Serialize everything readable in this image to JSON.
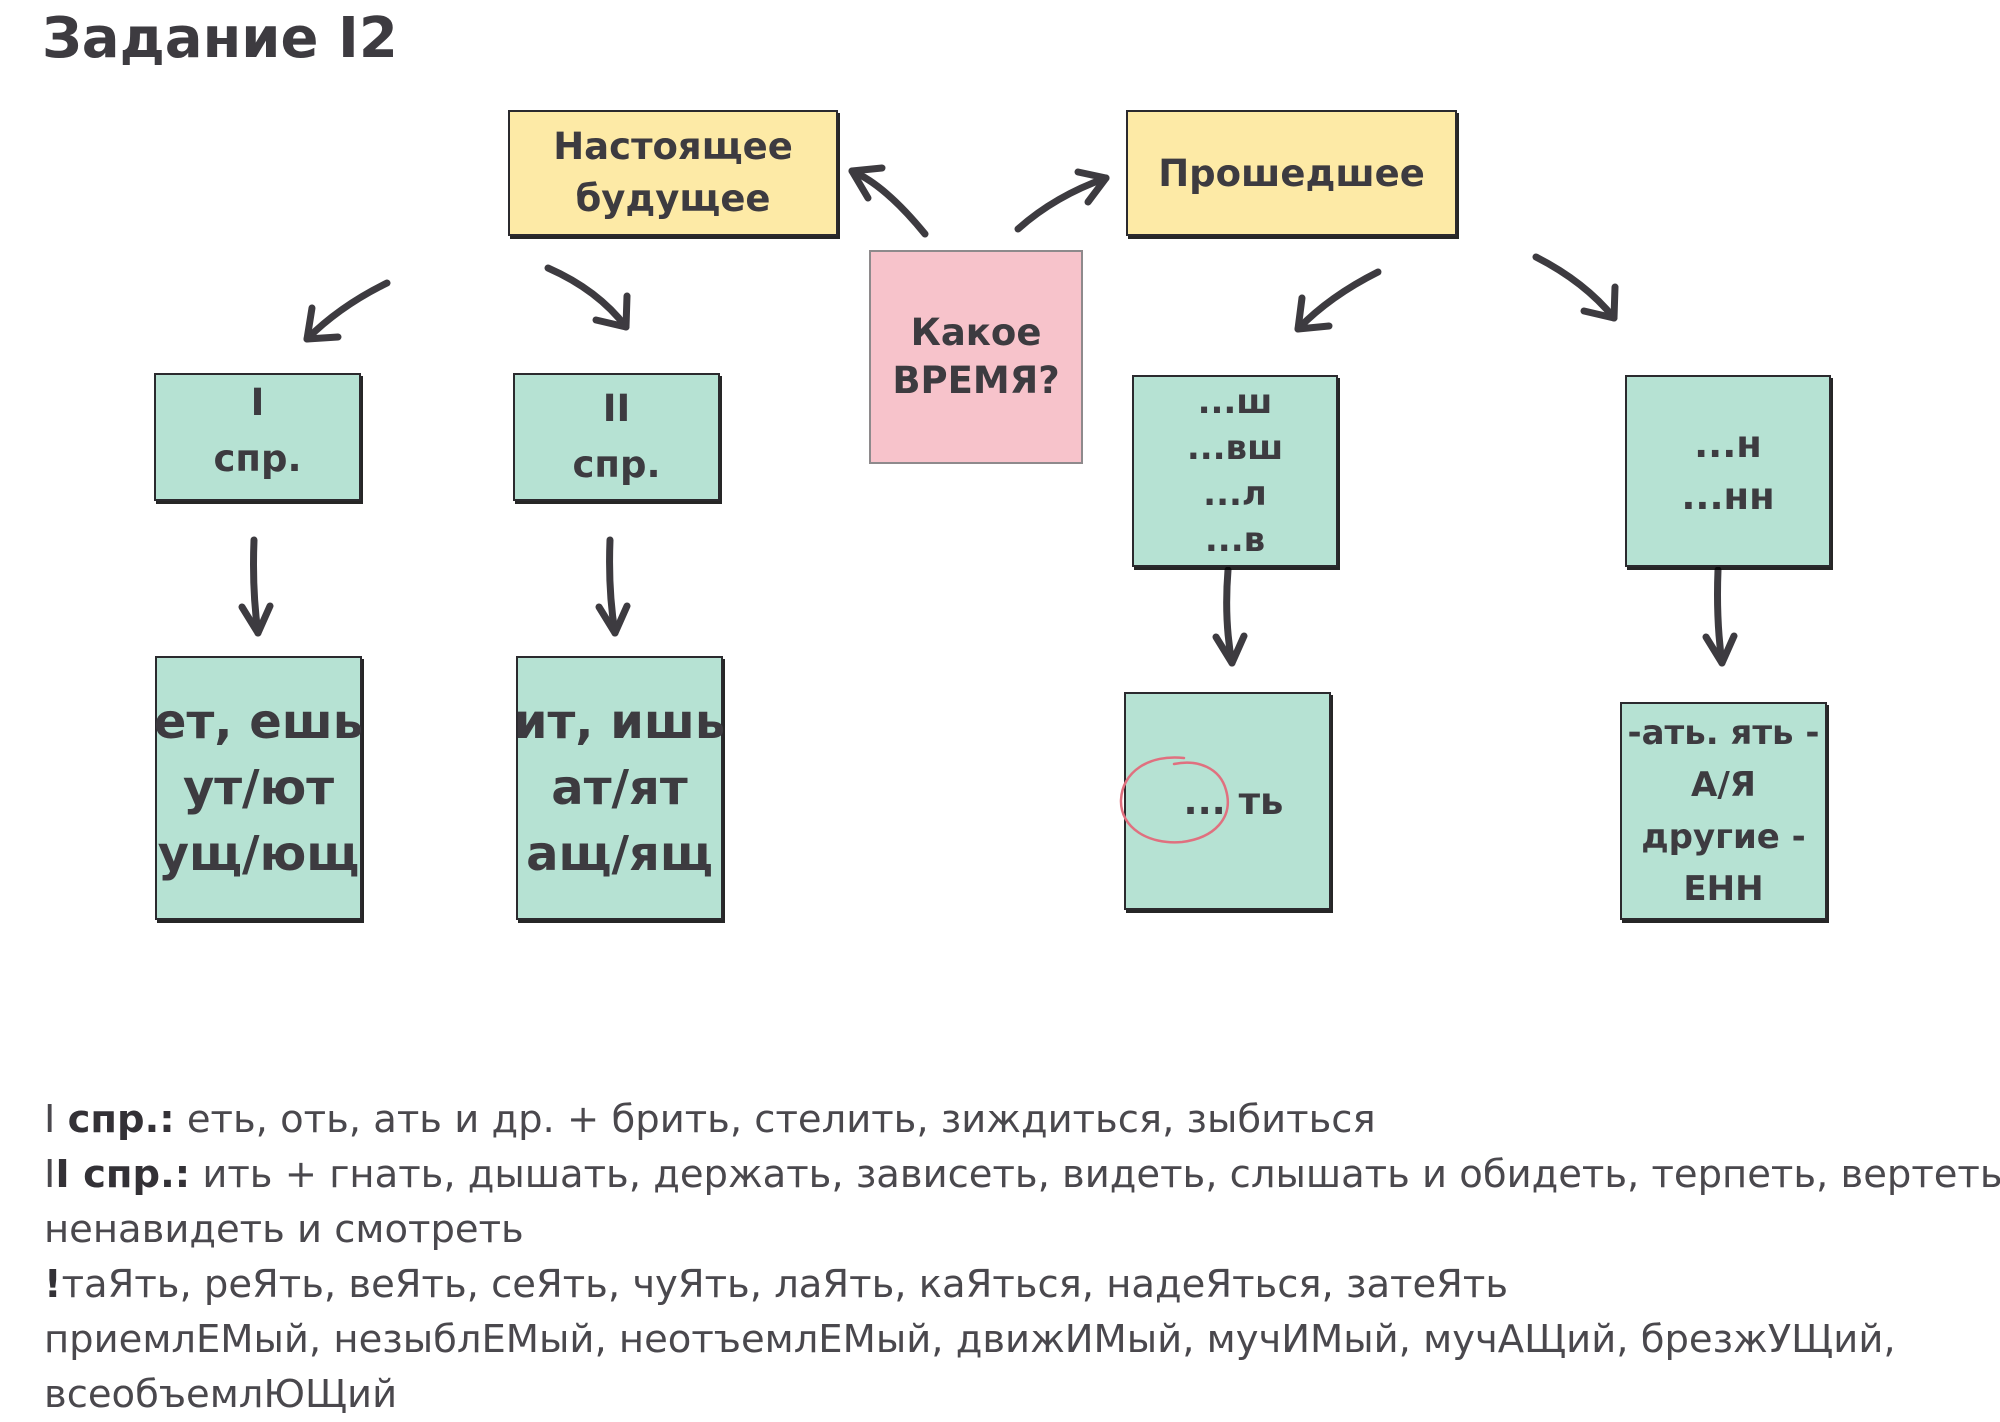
{
  "title": "Задание I2",
  "center": {
    "line1": "Какое",
    "line2": "ВРЕМЯ?"
  },
  "present": {
    "line1": "Настоящее",
    "line2": "будущее"
  },
  "past": {
    "label": "Прошедшее"
  },
  "conj1": {
    "line1": "I",
    "line2": "спр."
  },
  "conj2": {
    "line1": "II",
    "line2": "спр."
  },
  "conj1_endings": {
    "line1": "ет, ешь",
    "line2": "ут/ют",
    "line3": "ущ/ющ"
  },
  "conj2_endings": {
    "line1": "ит, ишь",
    "line2": "ат/ят",
    "line3": "ащ/ящ"
  },
  "past_suffixes_a": {
    "line1": "...ш",
    "line2": "...вш",
    "line3": "...л",
    "line4": "...в"
  },
  "past_suffixes_b": {
    "line1": "...н",
    "line2": "...нн"
  },
  "infinitive": {
    "label": "... ть"
  },
  "participle_rule": {
    "line1": "-ать. ять -",
    "line2": "А/Я",
    "line3": "другие -",
    "line4": "ЕНН"
  },
  "legend": {
    "row1_prefix": "I ",
    "row1_bold": "спр.:",
    "row1_text": " еть, оть, ать и др. + брить, стелить, зиждиться, зыбиться",
    "row2_prefix": "I",
    "row2_bold": "I спр.:",
    "row2_text": " ить + гнать, дышать, держать, зависеть, видеть, слышать и обидеть, терпеть, вертеть,",
    "row3_text": "ненавидеть и смотреть",
    "row4_bold": "!",
    "row4_text": "таЯть, реЯть, веЯть, сеЯть, чуЯть, лаЯть, каЯться, надеЯться, затеЯть",
    "row5_text": "приемлЕМый, незыблЕМый, неотъемлЕМый, движИМый, мучИМый, мучАЩий, брезжУЩий,",
    "row6_text": "всеобъемлЮЩий"
  },
  "colors": {
    "yellow": "#fdeaa6",
    "pink": "#f7c3cb",
    "green": "#b6e2d3",
    "arrow": "#3d3b40",
    "circle": "#e0707f"
  }
}
